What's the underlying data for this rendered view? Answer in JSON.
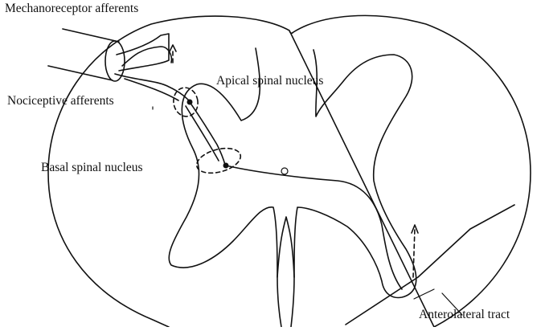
{
  "labels": {
    "mechanoreceptor": "Mechanoreceptor afferents",
    "nociceptive": "Nociceptive afferents",
    "apical": "Apical spinal nucleus",
    "basal": "Basal spinal nucleus",
    "anterolateral": "Anterolateral tract"
  }
}
